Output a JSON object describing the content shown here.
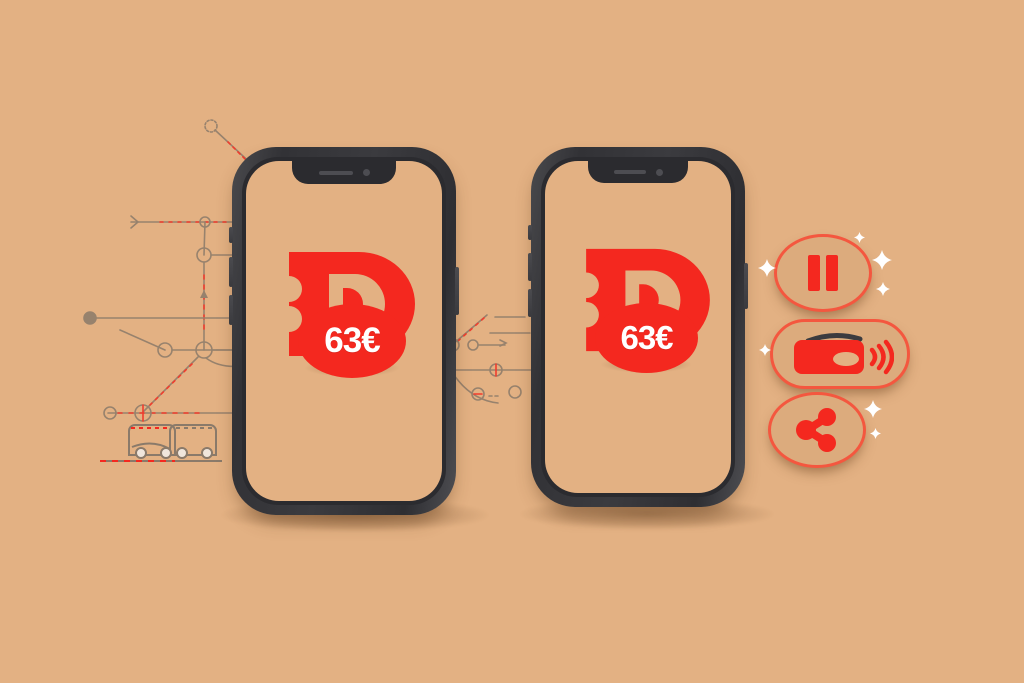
{
  "scene": {
    "title": "Deutschlandticket mobile ticket illustration",
    "background_color": "#e3b183",
    "brand_red": "#f4281f",
    "frame_color": "#3b3b3f",
    "sketch_color": "#8a7a6a"
  },
  "phones": [
    {
      "id": "phone-left",
      "logo_alt": "D ticket logo",
      "price_label": "63€"
    },
    {
      "id": "phone-right",
      "logo_alt": "D ticket logo",
      "price_label": "63€"
    }
  ],
  "icons": [
    {
      "name": "pause-icon",
      "label": "Pause"
    },
    {
      "name": "contactless-card-icon",
      "label": "Contactless payment"
    },
    {
      "name": "share-icon",
      "label": "Share"
    }
  ],
  "schematic": {
    "label": "Transit network sketch",
    "vehicle_label": "Tram cars"
  }
}
